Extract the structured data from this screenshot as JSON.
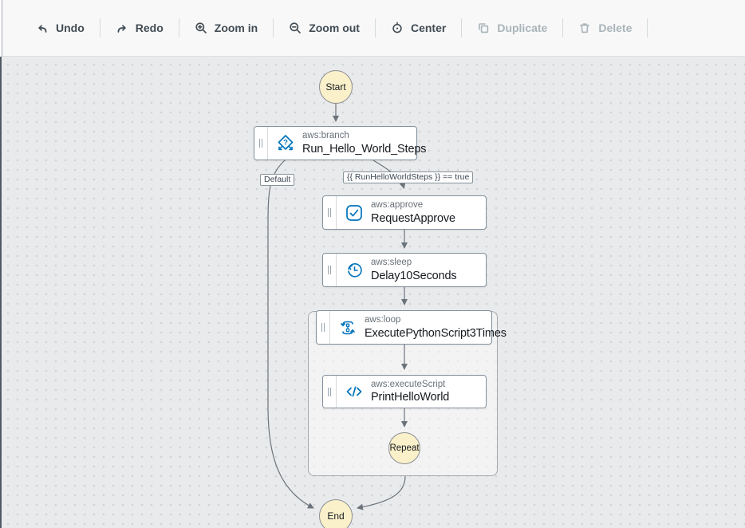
{
  "toolbar": {
    "buttons": [
      {
        "label": "Undo",
        "icon": "undo-icon",
        "enabled": true
      },
      {
        "label": "Redo",
        "icon": "redo-icon",
        "enabled": true
      },
      {
        "label": "Zoom in",
        "icon": "zoom-in-icon",
        "enabled": true
      },
      {
        "label": "Zoom out",
        "icon": "zoom-out-icon",
        "enabled": true
      },
      {
        "label": "Center",
        "icon": "center-icon",
        "enabled": true
      },
      {
        "label": "Duplicate",
        "icon": "duplicate-icon",
        "enabled": false
      },
      {
        "label": "Delete",
        "icon": "delete-icon",
        "enabled": false
      }
    ]
  },
  "canvas": {
    "terminators": {
      "start": "Start",
      "repeat": "Repeat",
      "end": "End"
    },
    "edge_labels": {
      "default_branch": "Default",
      "condition": "{{ RunHelloWorldSteps }} == true"
    },
    "nodes": [
      {
        "type": "aws:branch",
        "name": "Run_Hello_World_Steps",
        "icon": "branch-icon"
      },
      {
        "type": "aws:approve",
        "name": "RequestApprove",
        "icon": "approve-icon"
      },
      {
        "type": "aws:sleep",
        "name": "Delay10Seconds",
        "icon": "sleep-icon"
      },
      {
        "type": "aws:loop",
        "name": "ExecutePythonScript3Times",
        "icon": "loop-icon"
      },
      {
        "type": "aws:executeScript",
        "name": "PrintHelloWorld",
        "icon": "execute-script-icon"
      }
    ],
    "colors": {
      "icon_blue": "#0073bb",
      "node_border": "#82909c",
      "edge": "#6b737b",
      "terminator_fill": "#faf0ca",
      "canvas_bg": "#e9eaeb"
    }
  }
}
